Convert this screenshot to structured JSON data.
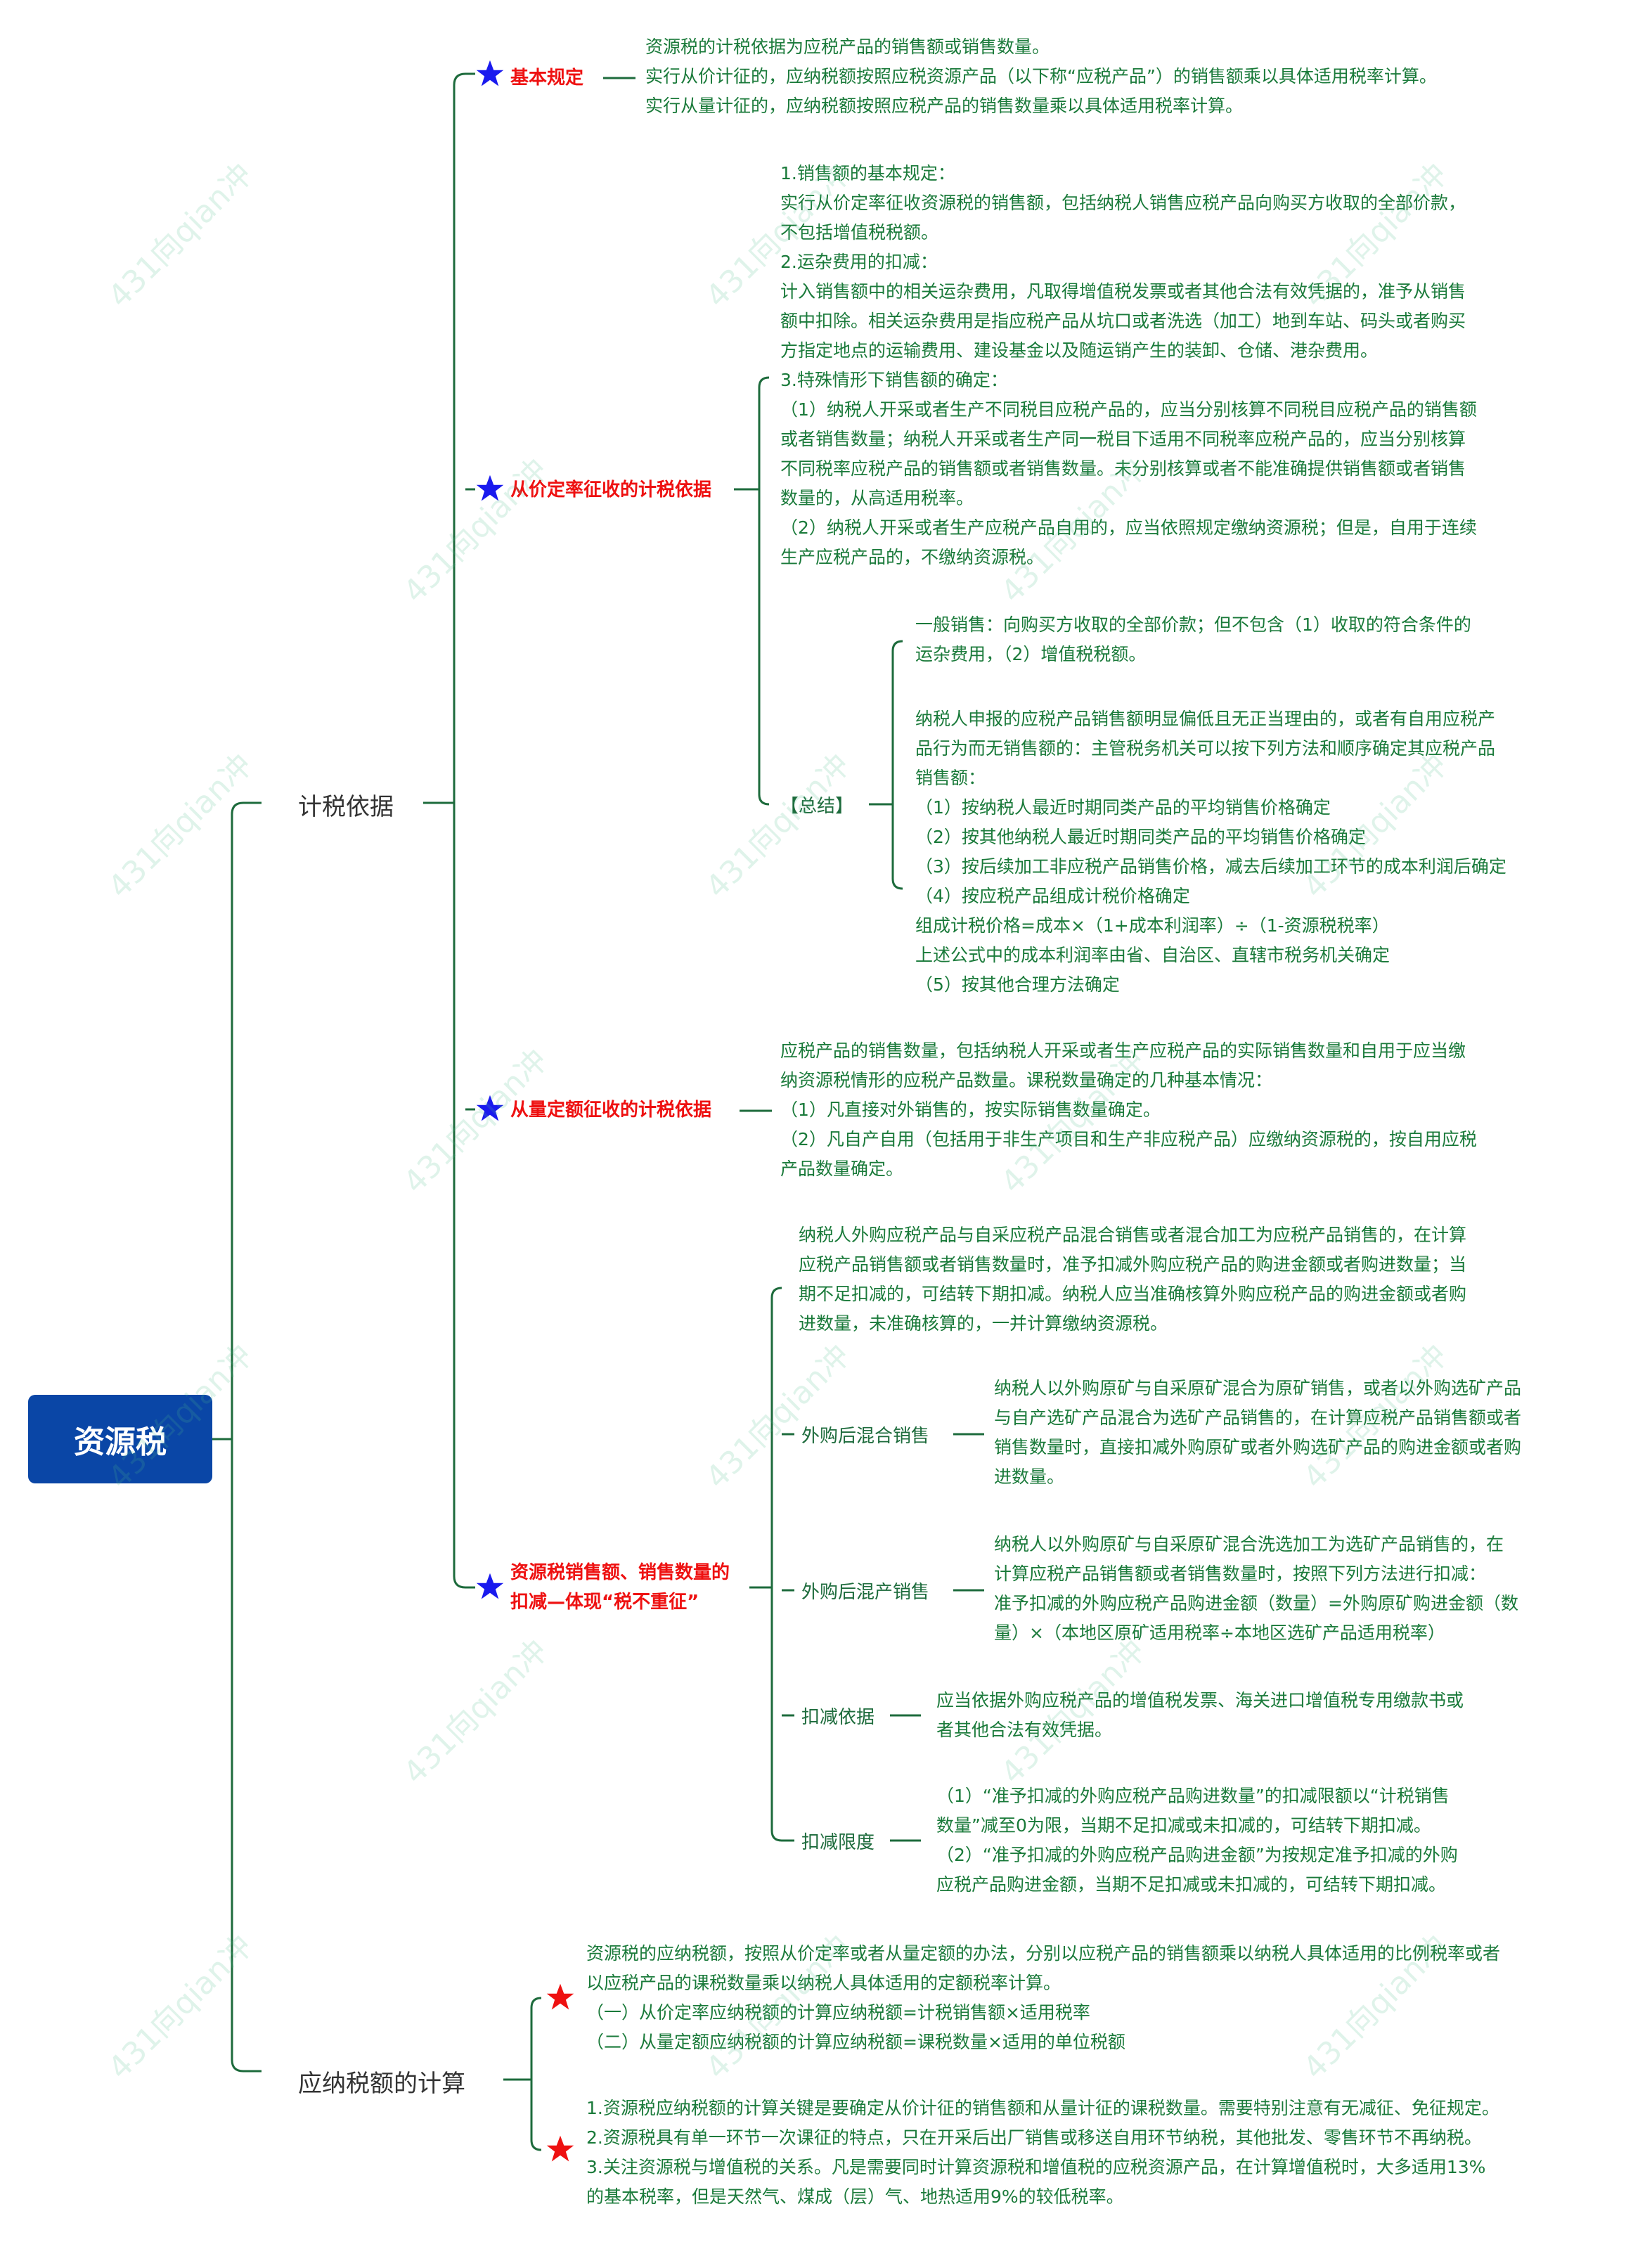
{
  "root": {
    "label": "资源税"
  },
  "watermark": "431向qian冲",
  "jishui": {
    "label": "计税依据",
    "basic": {
      "label": "基本规定",
      "lines": [
        "资源税的计税依据为应税产品的销售额或销售数量。",
        "实行从价计征的，应纳税额按照应税资源产品（以下称“应税产品”）的销售额乘以具体适用税率计算。",
        "实行从量计征的，应纳税额按照应税产品的销售数量乘以具体适用税率计算。"
      ]
    },
    "ad_valorem": {
      "label": "从价定率征收的计税依据",
      "lines": [
        "1.销售额的基本规定：",
        "实行从价定率征收资源税的销售额，包括纳税人销售应税产品向购买方收取的全部价款，",
        "不包括增值税税额。",
        "2.运杂费用的扣减：",
        "计入销售额中的相关运杂费用，凡取得增值税发票或者其他合法有效凭据的，准予从销售",
        "额中扣除。相关运杂费用是指应税产品从坑口或者洗选（加工）地到车站、码头或者购买",
        "方指定地点的运输费用、建设基金以及随运销产生的装卸、仓储、港杂费用。",
        "3.特殊情形下销售额的确定：",
        "（1）纳税人开采或者生产不同税目应税产品的，应当分别核算不同税目应税产品的销售额",
        "或者销售数量；纳税人开采或者生产同一税目下适用不同税率应税产品的，应当分别核算",
        "不同税率应税产品的销售额或者销售数量。未分别核算或者不能准确提供销售额或者销售",
        "数量的，从高适用税率。",
        "（2）纳税人开采或者生产应税产品自用的，应当依照规定缴纳资源税；但是，自用于连续",
        "生产应税产品的，不缴纳资源税。"
      ],
      "summary": {
        "label": "【总结】",
        "block1": [
          "一般销售：向购买方收取的全部价款；但不包含（1）收取的符合条件的",
          "运杂费用，（2）增值税税额。"
        ],
        "block2": [
          "纳税人申报的应税产品销售额明显偏低且无正当理由的，或者有自用应税产",
          "品行为而无销售额的：主管税务机关可以按下列方法和顺序确定其应税产品",
          "销售额：",
          "（1）按纳税人最近时期同类产品的平均销售价格确定",
          "（2）按其他纳税人最近时期同类产品的平均销售价格确定",
          "（3）按后续加工非应税产品销售价格，减去后续加工环节的成本利润后确定",
          "（4）按应税产品组成计税价格确定",
          "组成计税价格=成本×（1+成本利润率）÷（1-资源税税率）",
          "上述公式中的成本利润率由省、自治区、直辖市税务机关确定",
          "（5）按其他合理方法确定"
        ]
      }
    },
    "specific": {
      "label": "从量定额征收的计税依据",
      "lines": [
        "应税产品的销售数量，包括纳税人开采或者生产应税产品的实际销售数量和自用于应当缴",
        "纳资源税情形的应税产品数量。课税数量确定的几种基本情况：",
        "（1）凡直接对外销售的，按实际销售数量确定。",
        "（2）凡自产自用（包括用于非生产项目和生产非应税产品）应缴纳资源税的，按自用应税",
        "产品数量确定。"
      ]
    },
    "deduction": {
      "label_lines": [
        "资源税销售额、销售数量的",
        "扣减—体现“税不重征”"
      ],
      "intro": [
        "纳税人外购应税产品与自采应税产品混合销售或者混合加工为应税产品销售的，在计算",
        "应税产品销售额或者销售数量时，准予扣减外购应税产品的购进金额或者购进数量；当",
        "期不足扣减的，可结转下期扣减。纳税人应当准确核算外购应税产品的购进金额或者购",
        "进数量，未准确核算的，一并计算缴纳资源税。"
      ],
      "mixed_sale": {
        "label": "外购后混合销售",
        "lines": [
          "纳税人以外购原矿与自采原矿混合为原矿销售，或者以外购选矿产品",
          "与自产选矿产品混合为选矿产品销售的，在计算应税产品销售额或者",
          "销售数量时，直接扣减外购原矿或者外购选矿产品的购进金额或者购",
          "进数量。"
        ]
      },
      "mixed_prod": {
        "label": "外购后混产销售",
        "lines": [
          "纳税人以外购原矿与自采原矿混合洗选加工为选矿产品销售的，在",
          "计算应税产品销售额或者销售数量时，按照下列方法进行扣减：",
          "准予扣减的外购应税产品购进金额（数量）=外购原矿购进金额（数",
          "量）×（本地区原矿适用税率÷本地区选矿产品适用税率）"
        ]
      },
      "basis": {
        "label": "扣减依据",
        "lines": [
          "应当依据外购应税产品的增值税发票、海关进口增值税专用缴款书或",
          "者其他合法有效凭据。"
        ]
      },
      "limit": {
        "label": "扣减限度",
        "lines": [
          "（1）“准予扣减的外购应税产品购进数量”的扣减限额以“计税销售",
          "数量”减至0为限，当期不足扣减或未扣减的，可结转下期扣减。",
          "（2）“准予扣减的外购应税产品购进金额”为按规定准予扣减的外购",
          "应税产品购进金额，当期不足扣减或未扣减的，可结转下期扣减。"
        ]
      }
    }
  },
  "calc": {
    "label": "应纳税额的计算",
    "block1": [
      "资源税的应纳税额，按照从价定率或者从量定额的办法，分别以应税产品的销售额乘以纳税人具体适用的比例税率或者",
      "以应税产品的课税数量乘以纳税人具体适用的定额税率计算。",
      "（一）从价定率应纳税额的计算应纳税额=计税销售额×适用税率",
      "（二）从量定额应纳税额的计算应纳税额=课税数量×适用的单位税额"
    ],
    "block2": [
      "1.资源税应纳税额的计算关键是要确定从价计征的销售额和从量计征的课税数量。需要特别注意有无减征、免征规定。",
      "2.资源税具有单一环节一次课征的特点，只在开采后出厂销售或移送自用环节纳税，其他批发、零售环节不再纳税。",
      "3.关注资源税与增值税的关系。凡是需要同时计算资源税和增值税的应税资源产品，在计算增值税时，大多适用13%",
      "的基本税率，但是天然气、煤成（层）气、地热适用9%的较低税率。"
    ]
  },
  "colors": {
    "root": "#0a46a6",
    "line": "#1d6b3c",
    "text": "#1a7a3a",
    "red": "#ee1111",
    "star_blue": "#1a1aee",
    "star_red": "#ee1111"
  }
}
